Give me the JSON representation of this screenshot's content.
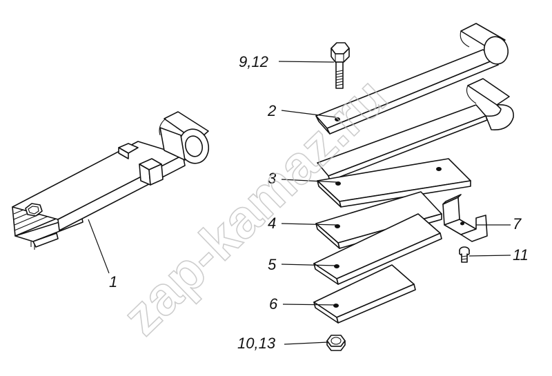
{
  "watermark": "zap-kamaz.ru",
  "labels": {
    "l1": "1",
    "l2": "2",
    "l3": "3",
    "l4": "4",
    "l5": "5",
    "l6": "6",
    "l7": "7",
    "l9_12": "9,12",
    "l10_13": "10,13",
    "l11": "11"
  }
}
